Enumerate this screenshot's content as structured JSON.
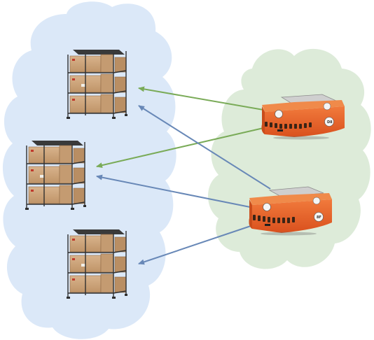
{
  "diagram": {
    "colors": {
      "shelf_cloud": "#dbe8f8",
      "robot_cloud": "#ddebd9",
      "arrow_green": "#7aab58",
      "arrow_blue": "#6888b7",
      "robot_orange": "#e8622a",
      "box": "#cda57e"
    },
    "robots": [
      {
        "id": "robot-top",
        "label": "D8",
        "targets": [
          "shelf-1",
          "shelf-2"
        ],
        "arrow_color": "arrow_green"
      },
      {
        "id": "robot-bottom",
        "label": "8F",
        "targets": [
          "shelf-1",
          "shelf-2",
          "shelf-3"
        ],
        "arrow_color": "arrow_blue"
      }
    ],
    "shelves": [
      {
        "id": "shelf-1"
      },
      {
        "id": "shelf-2"
      },
      {
        "id": "shelf-3"
      }
    ]
  }
}
